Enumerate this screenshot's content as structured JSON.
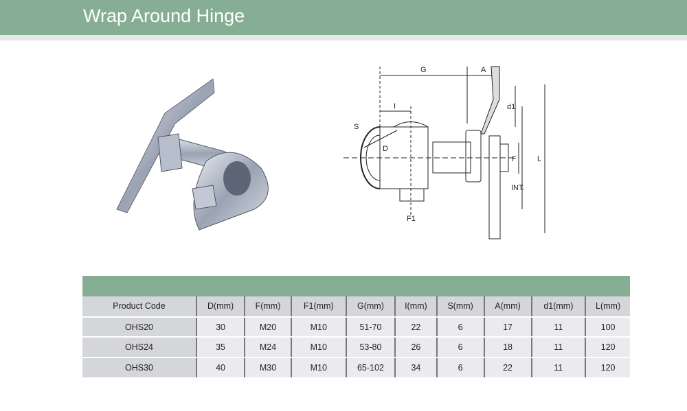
{
  "header": {
    "title": "Wrap Around Hinge"
  },
  "diagram": {
    "labels": {
      "G": "G",
      "A": "A",
      "I": "I",
      "S": "S",
      "D": "D",
      "d1": "d1",
      "F": "F",
      "L": "L",
      "INT": "INT.",
      "F1": "F1"
    }
  },
  "table": {
    "columns": [
      "Product Code",
      "D(mm)",
      "F(mm)",
      "F1(mm)",
      "G(mm)",
      "I(mm)",
      "S(mm)",
      "A(mm)",
      "d1(mm)",
      "L(mm)"
    ],
    "rows": [
      [
        "OHS20",
        "30",
        "M20",
        "M10",
        "51-70",
        "22",
        "6",
        "17",
        "11",
        "100"
      ],
      [
        "OHS24",
        "35",
        "M24",
        "M10",
        "53-80",
        "26",
        "6",
        "18",
        "11",
        "120"
      ],
      [
        "OHS30",
        "40",
        "M30",
        "M10",
        "65-102",
        "34",
        "6",
        "22",
        "11",
        "120"
      ]
    ]
  }
}
